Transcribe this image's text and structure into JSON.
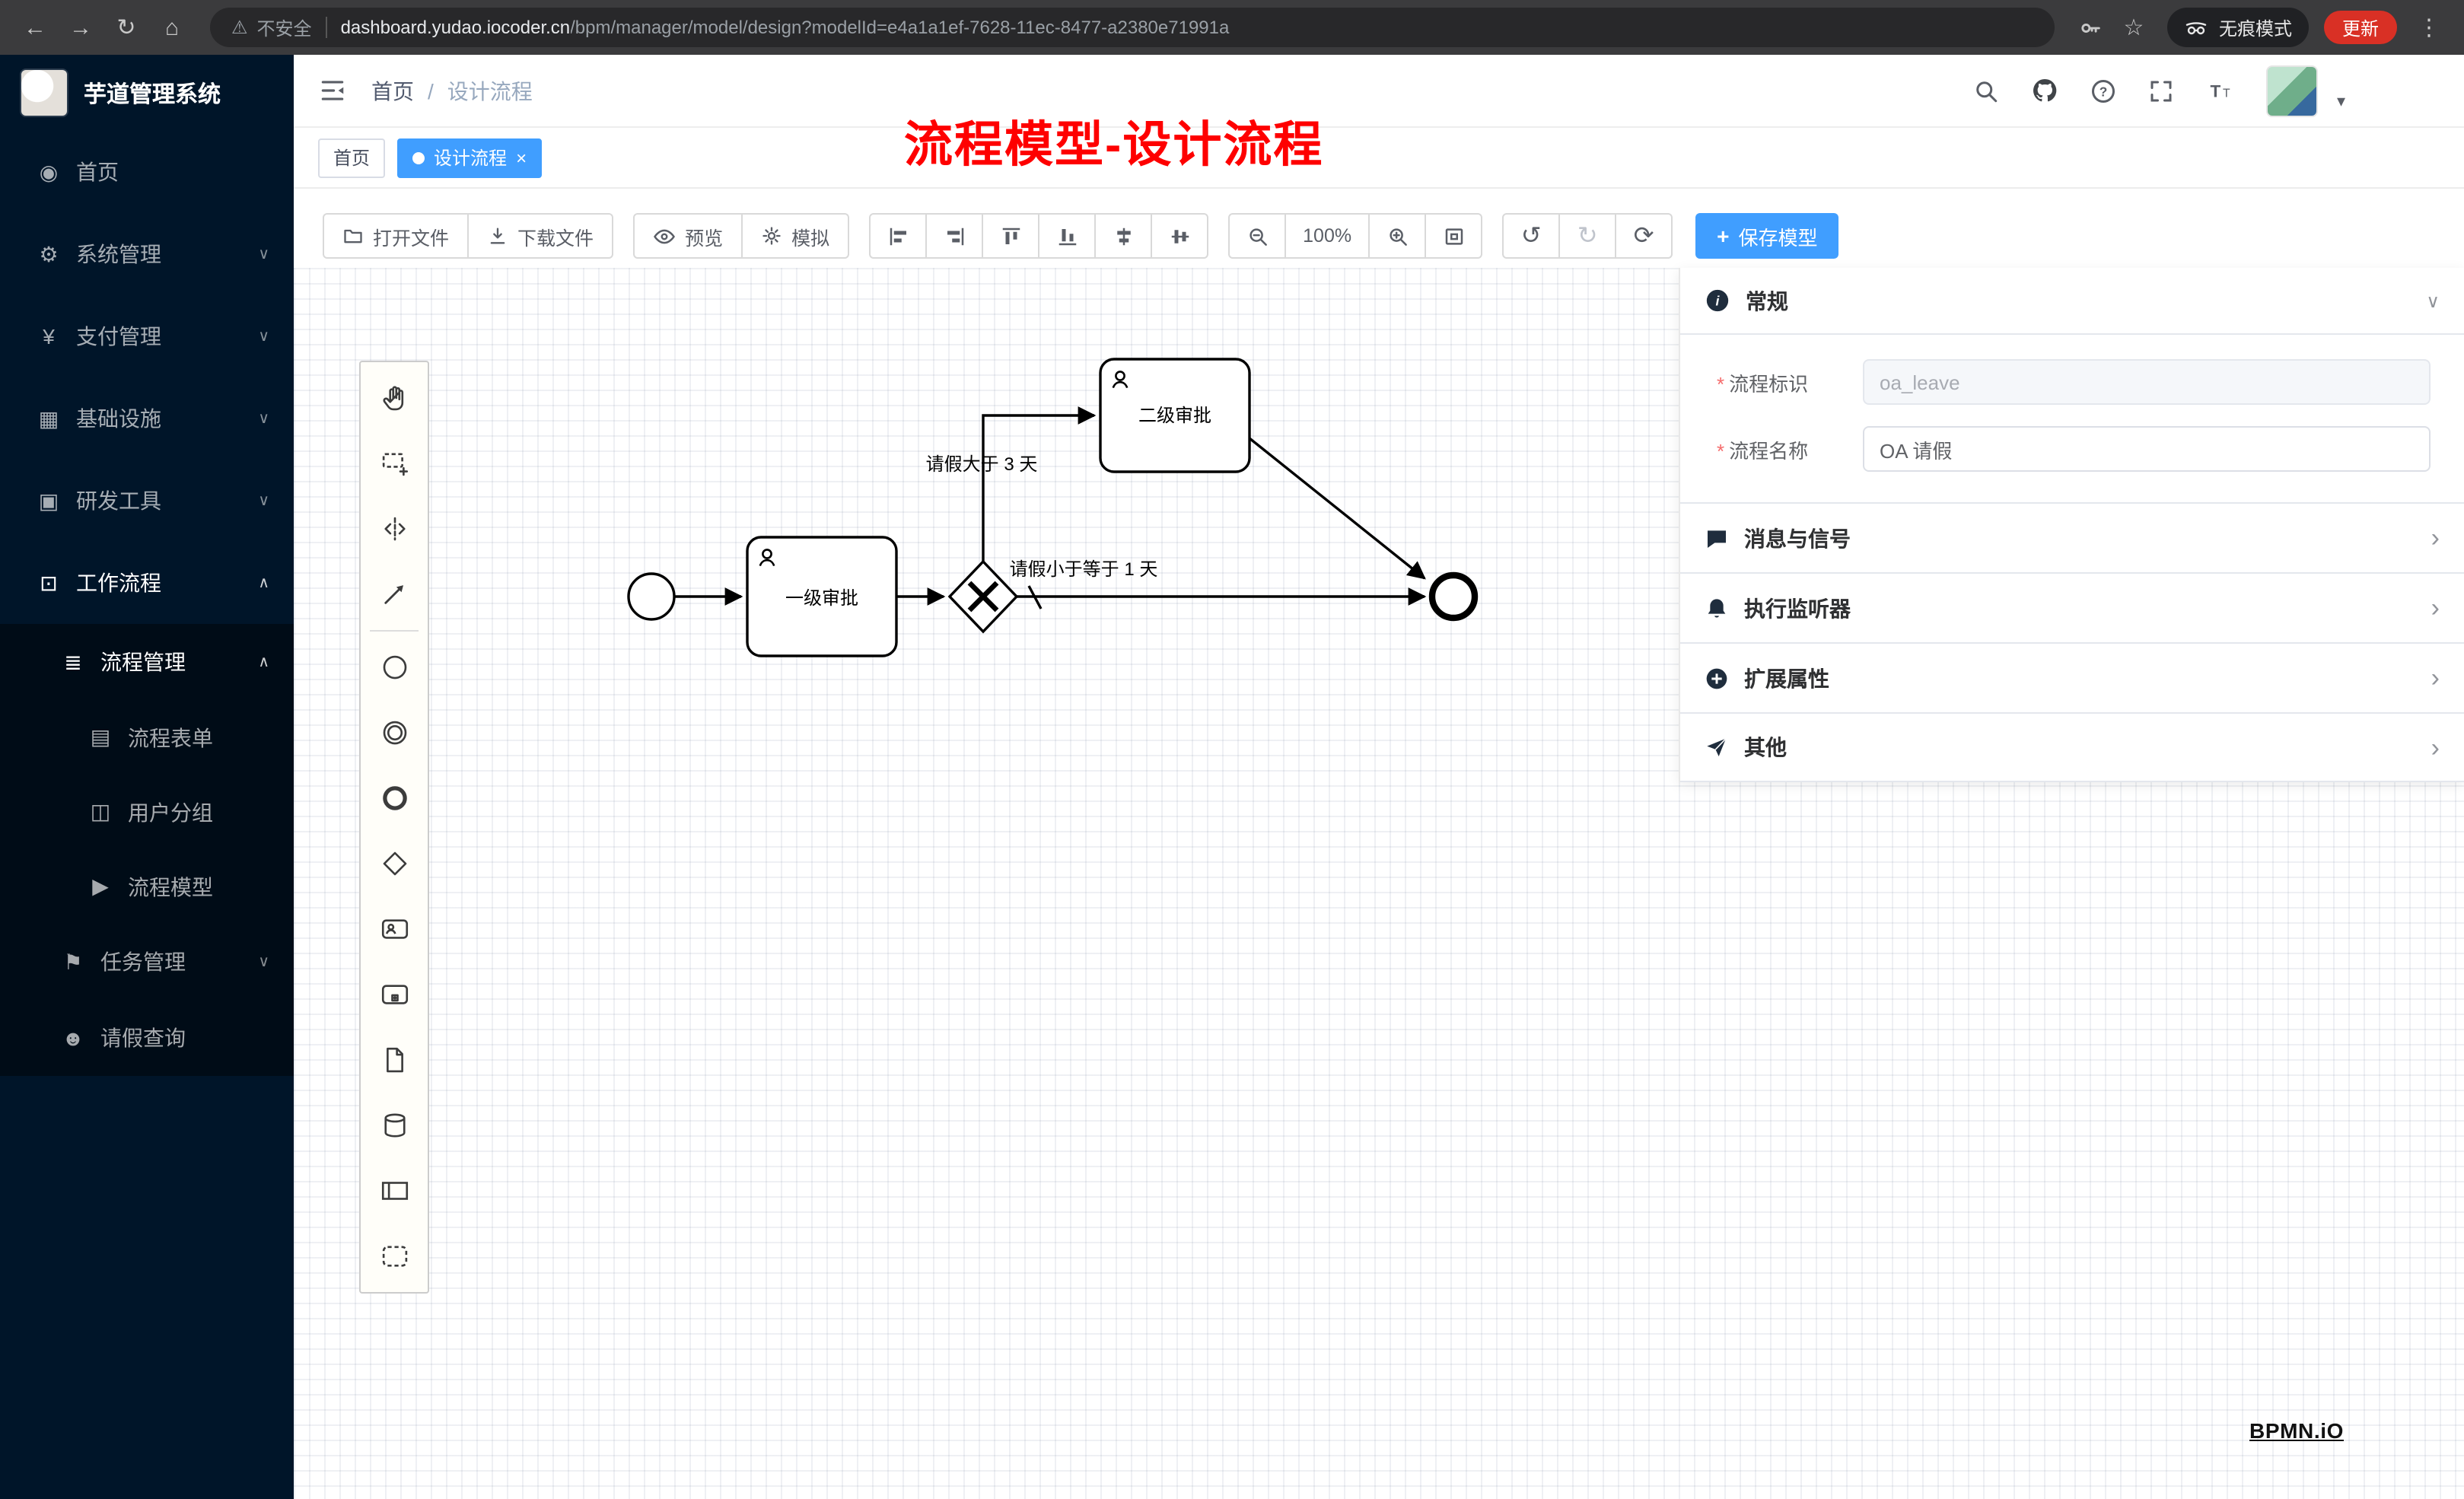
{
  "browser": {
    "security": "不安全",
    "host": "dashboard.yudao.iocoder.cn",
    "path": "/bpm/manager/model/design?modelId=e4a1a1ef-7628-11ec-8477-a2380e71991a",
    "incognito": "无痕模式",
    "update": "更新"
  },
  "icons": {
    "back": "←",
    "forward": "→",
    "reload": "↻",
    "home": "⌂",
    "warning": "⚠",
    "star": "☆",
    "menu_dots": "⋮",
    "chevron_down": "∨",
    "chevron_up": "∧",
    "chevron_right": "›",
    "caret_down": "▾",
    "close": "×",
    "plus": "+",
    "undo": "↺",
    "redo": "↻",
    "reset": "⟳"
  },
  "sidebar": {
    "title": "芋道管理系统",
    "items": [
      {
        "label": "首页",
        "icon": "dashboard-icon",
        "glyph": "◉"
      },
      {
        "label": "系统管理",
        "icon": "gear-icon",
        "glyph": "⚙"
      },
      {
        "label": "支付管理",
        "icon": "yen-icon",
        "glyph": "¥"
      },
      {
        "label": "基础设施",
        "icon": "infra-icon",
        "glyph": "▦"
      },
      {
        "label": "研发工具",
        "icon": "devtools-icon",
        "glyph": "▣"
      },
      {
        "label": "工作流程",
        "icon": "workflow-icon",
        "glyph": "⊡"
      },
      {
        "label": "流程管理",
        "icon": "list-icon",
        "glyph": "≣"
      },
      {
        "label": "流程表单",
        "icon": "form-icon",
        "glyph": "▤"
      },
      {
        "label": "用户分组",
        "icon": "users-icon",
        "glyph": "◫"
      },
      {
        "label": "流程模型",
        "icon": "send-icon",
        "glyph": "▶"
      },
      {
        "label": "任务管理",
        "icon": "task-icon",
        "glyph": "⚑"
      },
      {
        "label": "请假查询",
        "icon": "person-icon",
        "glyph": "☻"
      }
    ]
  },
  "header": {
    "breadcrumb_home": "首页",
    "breadcrumb_sep": "/",
    "breadcrumb_current": "设计流程",
    "annotation": "流程模型-设计流程"
  },
  "tabs": {
    "home": "首页",
    "active": "设计流程"
  },
  "toolbar": {
    "open_file": "打开文件",
    "download_file": "下载文件",
    "preview": "预览",
    "simulate": "模拟",
    "zoom_level": "100%",
    "save_model": "保存模型"
  },
  "diagram": {
    "task_level1": "一级审批",
    "task_level2": "二级审批",
    "condition_gt3": "请假大于 3 天",
    "condition_le1": "请假小于等于 1 天"
  },
  "panel": {
    "general": "常规",
    "required_marker": "*",
    "field_process_key_label": "流程标识",
    "field_process_key_value": "oa_leave",
    "field_process_name_label": "流程名称",
    "field_process_name_value": "OA 请假",
    "sections": [
      {
        "label": "消息与信号"
      },
      {
        "label": "执行监听器"
      },
      {
        "label": "扩展属性"
      },
      {
        "label": "其他"
      }
    ],
    "watermark": "BPMN.iO"
  },
  "colors": {
    "primary": "#409eff",
    "sidebar_bg": "#001529",
    "annotation": "#fe0000"
  }
}
